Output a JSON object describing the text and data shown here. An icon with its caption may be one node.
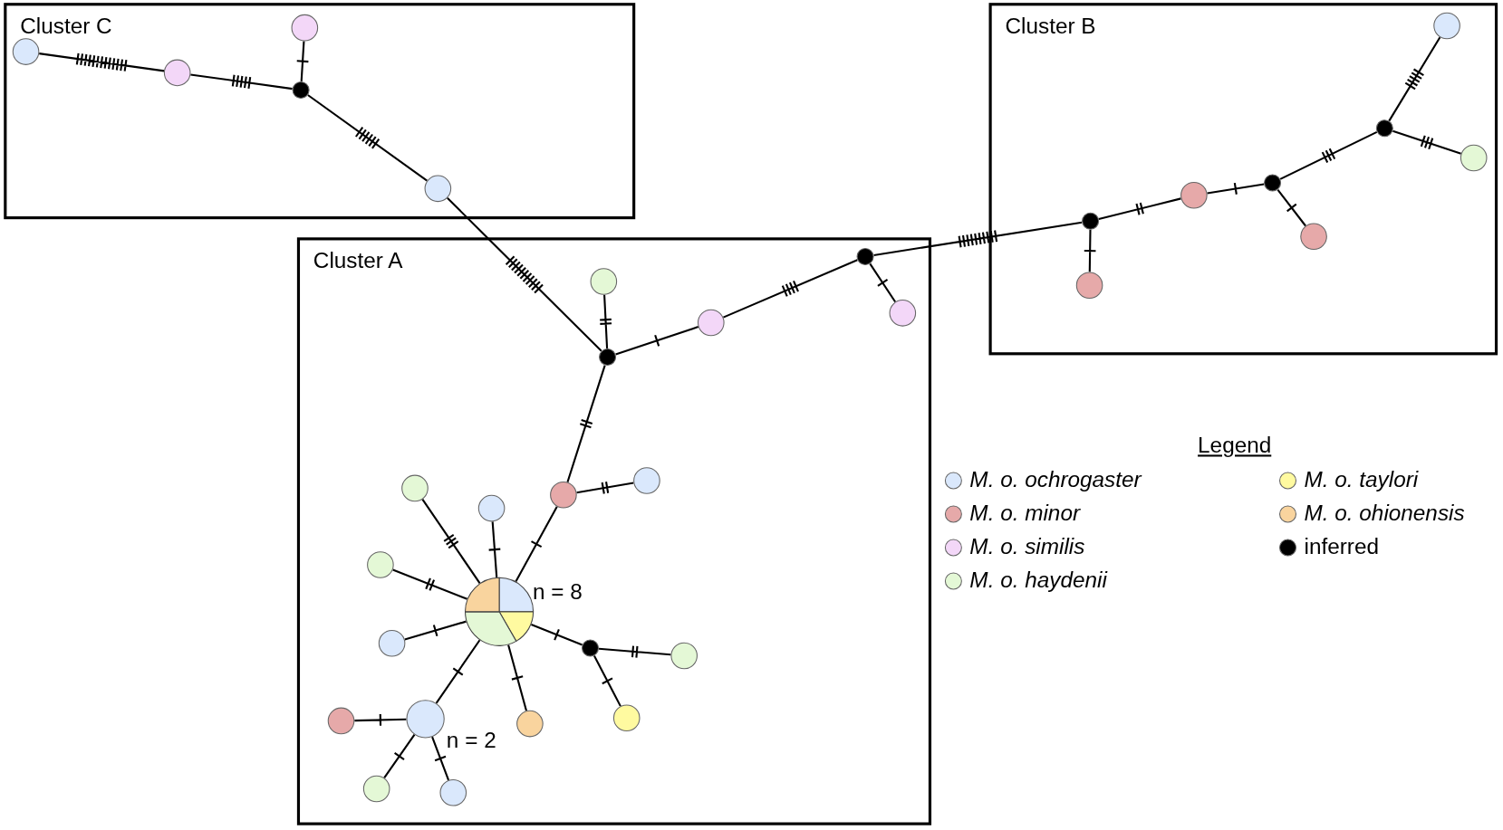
{
  "diagram": {
    "nodes": [
      {
        "text": [
          "Cluster C"
        ]
      },
      {
        "text": [
          "Cluster B"
        ]
      },
      {
        "text": [
          "Cluster A"
        ]
      },
      {
        "text": [],
        "shape": "circle",
        "in": 0
      },
      {
        "text": [],
        "shape": "circle",
        "in": 0
      },
      {
        "text": [],
        "shape": "circle",
        "in": 0
      },
      {
        "text": [],
        "shape": "circle",
        "in": 0
      },
      {
        "text": [],
        "shape": "circle",
        "in": 0
      },
      {
        "text": [],
        "shape": "circle",
        "in": 1
      },
      {
        "text": [],
        "shape": "circle",
        "in": 1
      },
      {
        "text": [],
        "shape": "circle",
        "in": 1
      },
      {
        "text": [],
        "shape": "circle",
        "in": 1
      },
      {
        "text": [],
        "shape": "circle",
        "in": 1
      },
      {
        "text": [],
        "shape": "circle",
        "in": 1
      },
      {
        "text": [],
        "shape": "circle",
        "in": 1
      },
      {
        "text": [],
        "shape": "circle",
        "in": 1
      },
      {
        "text": [],
        "shape": "circle",
        "in": 2
      },
      {
        "text": [],
        "shape": "circle",
        "in": 2
      },
      {
        "text": [],
        "shape": "circle",
        "in": 2
      },
      {
        "text": [],
        "shape": "circle",
        "in": 2
      },
      {
        "text": [],
        "shape": "circle",
        "in": 2
      },
      {
        "text": [],
        "shape": "circle",
        "in": 2
      },
      {
        "text": [],
        "shape": "circle",
        "in": 2
      },
      {
        "text": [],
        "shape": "circle",
        "in": 2
      },
      {
        "text": [],
        "shape": "circle",
        "in": 2
      },
      {
        "text": [],
        "shape": "circle",
        "in": 2
      },
      {
        "text": [],
        "shape": "circle",
        "in": 2,
        "beside": [
          "n = 8"
        ]
      },
      {
        "text": [],
        "shape": "circle",
        "in": 2
      },
      {
        "text": [],
        "shape": "circle",
        "in": 2
      },
      {
        "text": [],
        "shape": "circle",
        "in": 2
      },
      {
        "text": [],
        "shape": "circle",
        "in": 2,
        "beside": [
          "n = 2"
        ]
      },
      {
        "text": [],
        "shape": "circle",
        "in": 2
      },
      {
        "text": [],
        "shape": "circle",
        "in": 2
      },
      {
        "text": [],
        "shape": "circle",
        "in": 2
      },
      {
        "text": [],
        "shape": "circle",
        "in": 2
      },
      {
        "text": [],
        "shape": "circle",
        "in": 2
      }
    ],
    "edges": [
      {
        "from": 3,
        "to": 4,
        "arrow": "none"
      },
      {
        "from": 4,
        "to": 6,
        "arrow": "none"
      },
      {
        "from": 5,
        "to": 6,
        "arrow": "none"
      },
      {
        "from": 6,
        "to": 7,
        "arrow": "none"
      },
      {
        "from": 7,
        "to": 20,
        "arrow": "none"
      },
      {
        "from": 17,
        "to": 20,
        "arrow": "none"
      },
      {
        "from": 20,
        "to": 18,
        "arrow": "none"
      },
      {
        "from": 18,
        "to": 16,
        "arrow": "none"
      },
      {
        "from": 16,
        "to": 19,
        "arrow": "none"
      },
      {
        "from": 16,
        "to": 13,
        "arrow": "none"
      },
      {
        "from": 13,
        "to": 15,
        "arrow": "none"
      },
      {
        "from": 13,
        "to": 12,
        "arrow": "none"
      },
      {
        "from": 12,
        "to": 11,
        "arrow": "none"
      },
      {
        "from": 11,
        "to": 14,
        "arrow": "none"
      },
      {
        "from": 11,
        "to": 9,
        "arrow": "none"
      },
      {
        "from": 9,
        "to": 8,
        "arrow": "none"
      },
      {
        "from": 9,
        "to": 10,
        "arrow": "none"
      },
      {
        "from": 20,
        "to": 22,
        "arrow": "none"
      },
      {
        "from": 22,
        "to": 21,
        "arrow": "none"
      },
      {
        "from": 22,
        "to": 26,
        "arrow": "none"
      },
      {
        "from": 23,
        "to": 26,
        "arrow": "none"
      },
      {
        "from": 24,
        "to": 26,
        "arrow": "none"
      },
      {
        "from": 25,
        "to": 26,
        "arrow": "none"
      },
      {
        "from": 27,
        "to": 26,
        "arrow": "none"
      },
      {
        "from": 26,
        "to": 28,
        "arrow": "none"
      },
      {
        "from": 28,
        "to": 29,
        "arrow": "none"
      },
      {
        "from": 28,
        "to": 33,
        "arrow": "none"
      },
      {
        "from": 26,
        "to": 30,
        "arrow": "none"
      },
      {
        "from": 26,
        "to": 32,
        "arrow": "none"
      },
      {
        "from": 31,
        "to": 30,
        "arrow": "none"
      },
      {
        "from": 30,
        "to": 34,
        "arrow": "none"
      },
      {
        "from": 30,
        "to": 35,
        "arrow": "none"
      }
    ],
    "labels": [
      "Legend"
    ],
    "legend": [
      {
        "text": "M. o. ochrogaster",
        "color": "#dae8fc"
      },
      {
        "text": "M. o. minor",
        "color": "#e6a9a9"
      },
      {
        "text": "M. o. similis",
        "color": "#f3d7f8"
      },
      {
        "text": "M. o. haydenii",
        "color": "#e4f8d6"
      },
      {
        "text": "M. o. taylori",
        "color": "#fffaa0"
      },
      {
        "text": "M. o. ohionensis",
        "color": "#f9d49e"
      },
      {
        "text": "inferred",
        "color": "#000000"
      }
    ]
  }
}
